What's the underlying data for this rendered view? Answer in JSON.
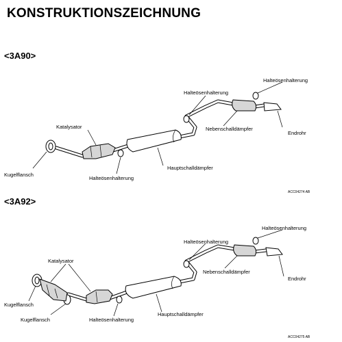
{
  "title": "KONSTRUKTIONSZEICHNUNG",
  "variants": [
    {
      "model": "<3A90>",
      "labels": {
        "halteoesen_1": "Halteösenhalterung",
        "halteoesen_2": "Halteösenhalterung",
        "halteoesen_3": "Halteösenhalterung",
        "nebenschall": "Nebenschalldämpfer",
        "endrohr": "Endrohr",
        "katalysator": "Katalysator",
        "kugelflansch": "Kugelflansch",
        "hauptschall": "Hauptschalldämpfer"
      },
      "ref": "ACC04274 AB"
    },
    {
      "model": "<3A92>",
      "labels": {
        "halteoesen_1": "Halteösenhalterung",
        "halteoesen_2": "Halteösenhalterung",
        "halteoesen_3": "Halteösenhalterung",
        "nebenschall": "Nebenschalldämpfer",
        "endrohr": "Endrohr",
        "katalysator": "Katalysator",
        "kugelflansch_1": "Kugelflansch",
        "kugelflansch_2": "Kugelflansch",
        "hauptschall": "Hauptschalldämpfer"
      },
      "ref": "ACC04275 AB"
    }
  ]
}
